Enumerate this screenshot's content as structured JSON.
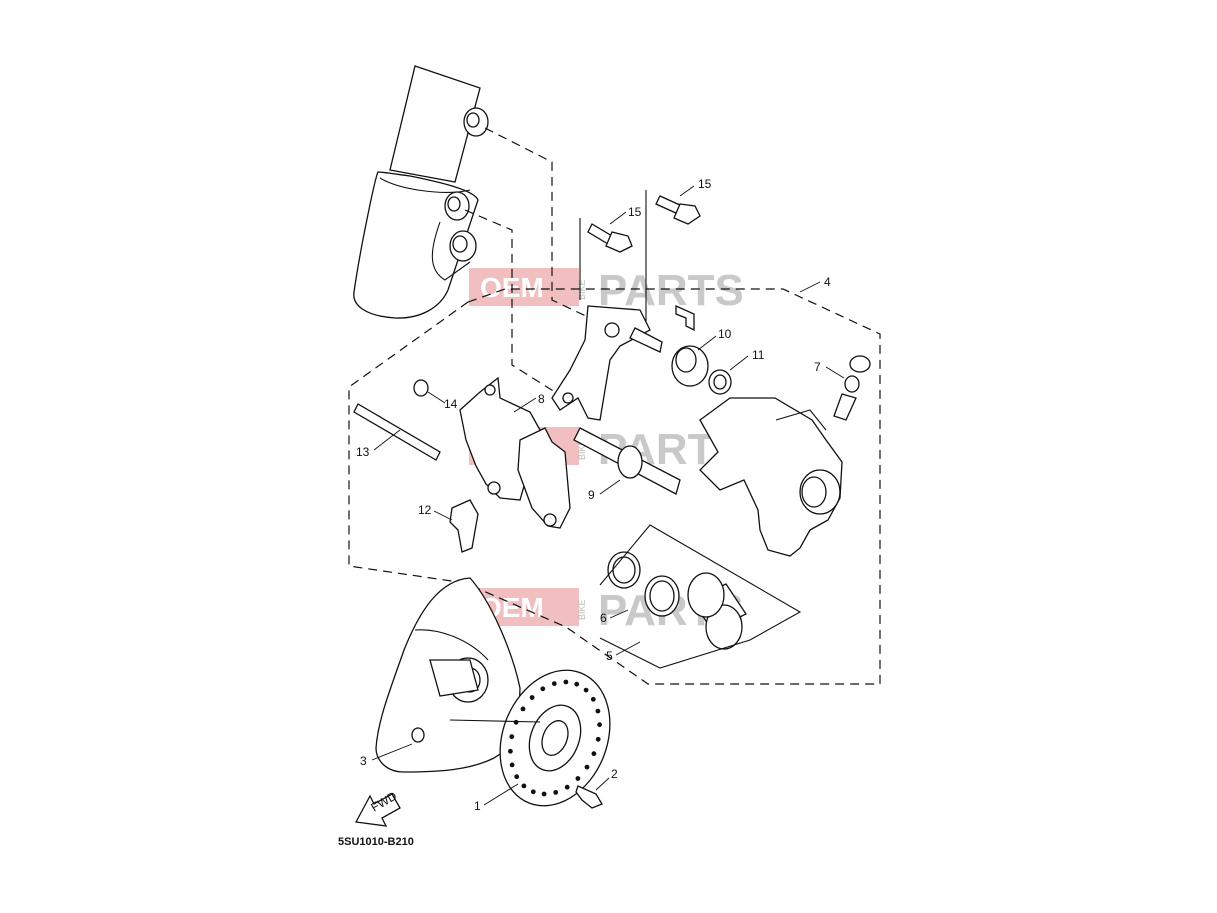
{
  "diagram": {
    "code": "5SU1010-B210",
    "fwd_label": "FWD",
    "watermark": {
      "oem": "OEM",
      "bike": "BIKE",
      "parts": "PARTS"
    },
    "callouts": [
      "1",
      "2",
      "3",
      "4",
      "5",
      "6",
      "7",
      "8",
      "9",
      "10",
      "11",
      "12",
      "13",
      "14",
      "15",
      "15"
    ]
  }
}
